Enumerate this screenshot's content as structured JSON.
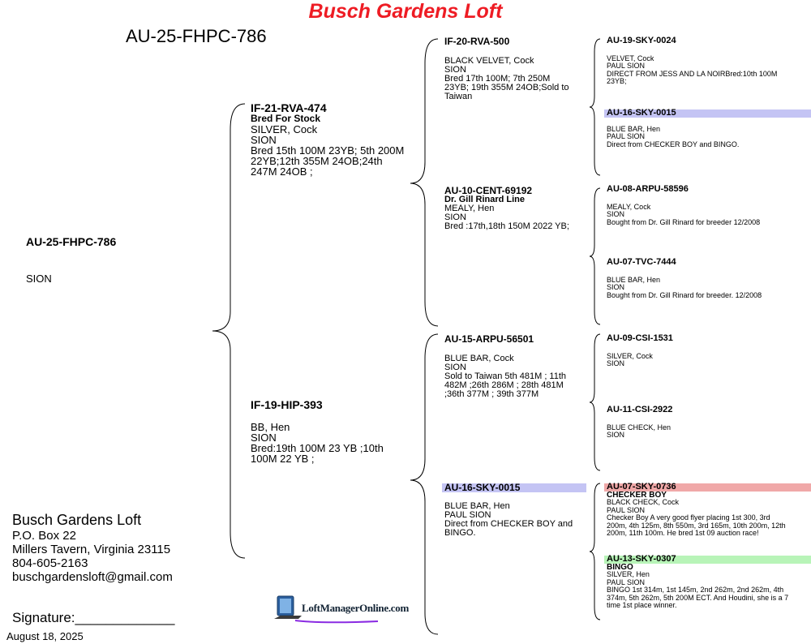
{
  "header": {
    "loft_title": "Busch Gardens Loft",
    "pedigree_id": "AU-25-FHPC-786"
  },
  "subject": {
    "band": "AU-25-FHPC-786",
    "strain": "SION"
  },
  "gen1": [
    {
      "band": "IF-21-RVA-474",
      "subtitle": "Bred For Stock",
      "lines": [
        "SILVER, Cock",
        "SION",
        "Bred 15th 100M 23YB; 5th 200M",
        "22YB;12th 355M 24OB;24th",
        "247M 24OB ;"
      ]
    },
    {
      "band": "IF-19-HIP-393",
      "subtitle": "",
      "lines": [
        "BB, Hen",
        "SION",
        "Bred:19th 100M 23 YB ;10th",
        "100M 22 YB ;"
      ]
    }
  ],
  "gen2": [
    {
      "band": "IF-20-RVA-500",
      "subtitle": "",
      "highlight": "",
      "lines": [
        "BLACK VELVET, Cock",
        "SION",
        "Bred 17th 100M; 7th 250M",
        "23YB; 19th 355M 24OB;Sold to",
        "Taiwan"
      ]
    },
    {
      "band": "AU-10-CENT-69192",
      "subtitle": "Dr. Gill Rinard Line",
      "highlight": "",
      "lines": [
        "MEALY, Hen",
        "SION",
        "Bred :17th,18th 150M 2022 YB;"
      ]
    },
    {
      "band": "AU-15-ARPU-56501",
      "subtitle": "",
      "highlight": "",
      "lines": [
        "BLUE BAR, Cock",
        "SION",
        "Sold to Taiwan 5th 481M ; 11th",
        "482M ;26th 286M ; 28th 481M",
        ";36th 377M ; 39th 377M"
      ]
    },
    {
      "band": "AU-16-SKY-0015",
      "subtitle": "",
      "highlight": "#c4c4f4",
      "lines": [
        "BLUE BAR, Hen",
        "PAUL SION",
        "Direct from CHECKER BOY and",
        "BINGO."
      ]
    }
  ],
  "gen3": [
    {
      "band": "AU-19-SKY-0024",
      "subtitle": "",
      "highlight": "",
      "lines": [
        "VELVET, Cock",
        "PAUL SION",
        "DIRECT FROM JESS AND LA NOIRBred:10th 100M",
        "23YB;"
      ]
    },
    {
      "band": "AU-16-SKY-0015",
      "subtitle": "",
      "highlight": "#c4c4f4",
      "lines": [
        "BLUE BAR, Hen",
        "PAUL SION",
        "Direct from CHECKER BOY and BINGO."
      ]
    },
    {
      "band": "AU-08-ARPU-58596",
      "subtitle": "",
      "highlight": "",
      "lines": [
        "MEALY, Cock",
        "SION",
        "Bought from Dr. Gill Rinard for breeder 12/2008"
      ]
    },
    {
      "band": "AU-07-TVC-7444",
      "subtitle": "",
      "highlight": "",
      "lines": [
        "BLUE BAR, Hen",
        "SION",
        "Bought from Dr. Gill Rinard for breeder. 12/2008"
      ]
    },
    {
      "band": "AU-09-CSI-1531",
      "subtitle": "",
      "highlight": "",
      "lines": [
        "SILVER, Cock",
        "SION"
      ]
    },
    {
      "band": "AU-11-CSI-2922",
      "subtitle": "",
      "highlight": "",
      "lines": [
        "BLUE CHECK, Hen",
        "SION"
      ]
    },
    {
      "band": "AU-07-SKY-0736",
      "subtitle": "CHECKER BOY",
      "highlight": "#f0a8a8",
      "lines": [
        "BLACK CHECK, Cock",
        "PAUL SION",
        "Checker Boy A very good flyer placing 1st 300, 3rd",
        "200m, 4th 125m, 8th 550m, 3rd 165m, 10th 200m, 12th",
        "200m, 11th 100m. He bred 1st 09 auction race!"
      ]
    },
    {
      "band": "AU-13-SKY-0307",
      "subtitle": "BINGO",
      "highlight": "#b8f4b8",
      "lines": [
        "SILVER, Hen",
        "PAUL SION",
        "BINGO 1st 314m, 1st 145m, 2nd 262m, 2nd 262m, 4th",
        "374m, 5th 262m, 5th 200M ECT. And Houdini, she is a 7",
        "time 1st place winner."
      ]
    }
  ],
  "contact": {
    "name": "Busch Gardens Loft",
    "address1": "P.O. Box 22",
    "address2": "Millers Tavern, Virginia 23115",
    "phone": "804-605-2163",
    "email": "buschgardensloft@gmail.com"
  },
  "signature_label": "Signature:_____________",
  "date": "August 18, 2025",
  "logo": {
    "text": "LoftManagerOnline.com",
    "icon": "laptop-icon"
  }
}
